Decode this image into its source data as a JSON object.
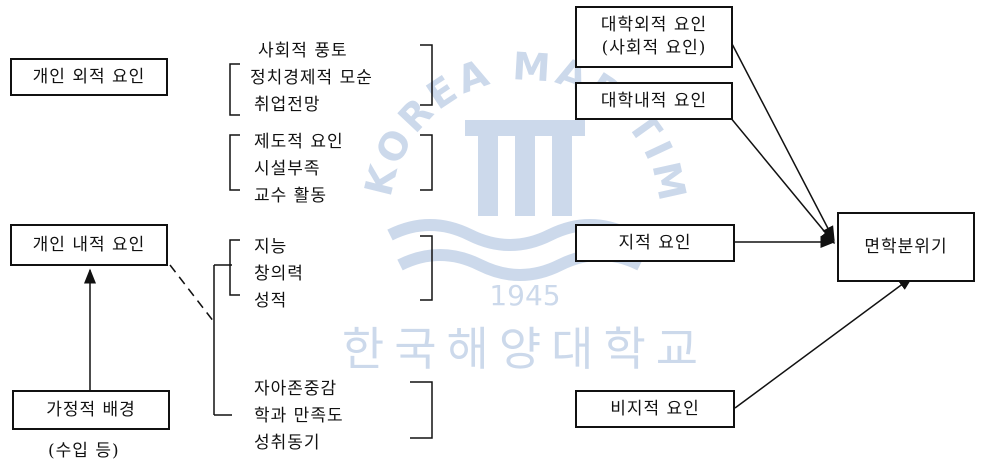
{
  "colors": {
    "line": "#111111",
    "watermark": "#4a78b8"
  },
  "watermark": {
    "arc_text": "KOREA MARITIME UNIVERSITY",
    "year": "1945",
    "bottom_text": "한국해양대학교"
  },
  "left": {
    "external_box": "개인 외적 요인",
    "internal_box": "개인 내적 요인",
    "family_box": "가정적 배경",
    "family_note": "(수입 등)"
  },
  "middle": {
    "group1": [
      "사회적 풍토",
      "정치경제적 모순",
      "취업전망"
    ],
    "group2": [
      "제도적 요인",
      "시설부족",
      "교수 활동"
    ],
    "group3": [
      "지능",
      "창의력",
      "성적"
    ],
    "group4": [
      "자아존중감",
      "학과 만족도",
      "성취동기"
    ]
  },
  "right": {
    "outside_univ_line1": "대학외적 요인",
    "outside_univ_line2": "(사회적 요인)",
    "inside_univ": "대학내적 요인",
    "intellectual": "지적 요인",
    "non_intellectual": "비지적 요인",
    "outcome": "면학분위기"
  }
}
